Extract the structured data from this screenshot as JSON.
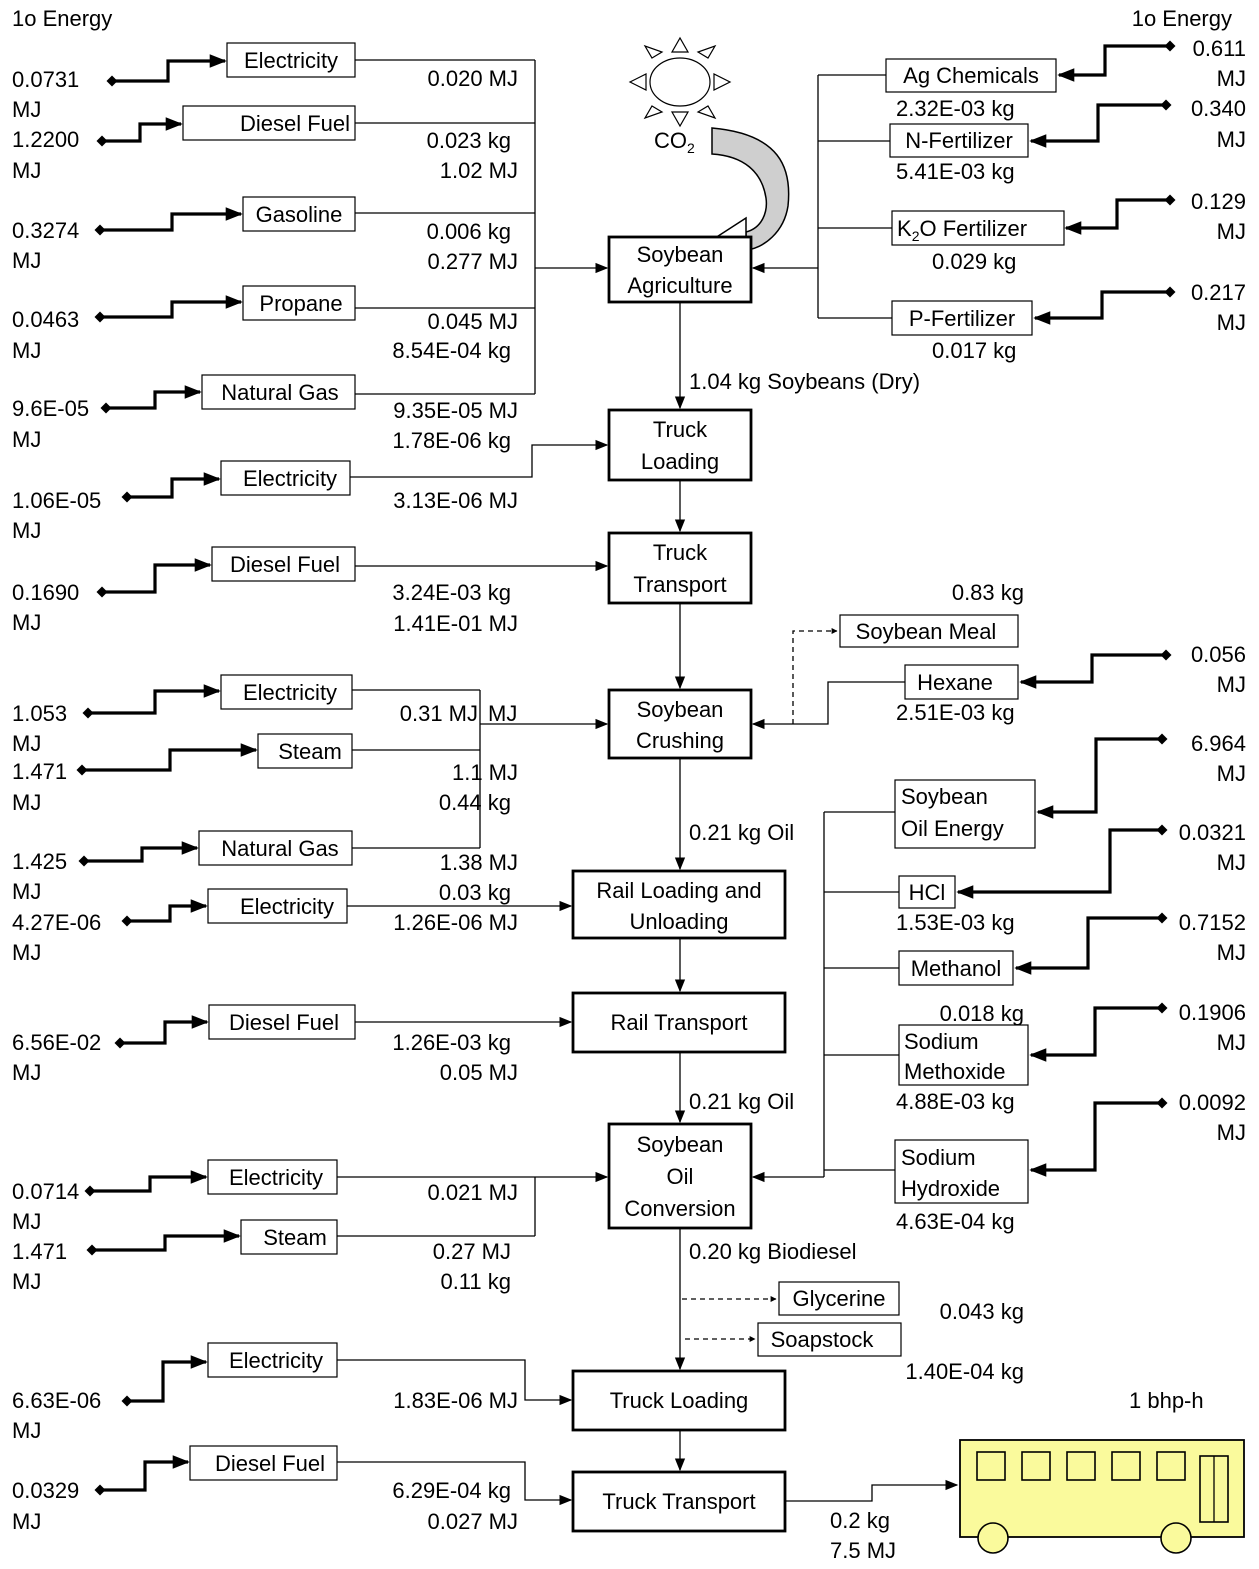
{
  "headers": {
    "left": "1o Energy",
    "right": "1o Energy"
  },
  "sun": {
    "co2": "CO",
    "co2_sub": "2"
  },
  "process": {
    "soybean_agriculture": [
      "Soybean",
      "Agriculture"
    ],
    "truck_loading_1": [
      "Truck",
      "Loading"
    ],
    "truck_transport_1": [
      "Truck",
      "Transport"
    ],
    "soybean_crushing": [
      "Soybean",
      "Crushing"
    ],
    "rail_loading": [
      "Rail Loading and",
      "Unloading"
    ],
    "rail_transport": "Rail Transport",
    "oil_conversion": [
      "Soybean",
      "Oil",
      "Conversion"
    ],
    "truck_loading_2": "Truck Loading",
    "truck_transport_2": "Truck Transport"
  },
  "inputs": {
    "ag_electricity": {
      "label": "Electricity",
      "energy": [
        "0.0731",
        "MJ"
      ],
      "amount": [
        "0.020 MJ"
      ]
    },
    "ag_diesel": {
      "label": "Diesel Fuel",
      "energy": [
        "1.2200",
        "MJ"
      ],
      "amount": [
        "0.023 kg",
        "1.02 MJ"
      ]
    },
    "ag_gasoline": {
      "label": "Gasoline",
      "energy": [
        "0.3274",
        "MJ"
      ],
      "amount": [
        "0.006 kg",
        "0.277 MJ"
      ]
    },
    "ag_propane": {
      "label": "Propane",
      "energy": [
        "0.0463",
        "MJ"
      ],
      "amount": [
        "0.045 MJ",
        "8.54E-04 kg"
      ]
    },
    "ag_natural_gas": {
      "label": "Natural Gas",
      "energy": [
        "9.6E-05",
        "MJ"
      ],
      "amount": [
        "9.35E-05 MJ",
        "1.78E-06 kg"
      ]
    },
    "tl1_electricity": {
      "label": "Electricity",
      "energy": [
        "1.06E-05",
        "MJ"
      ],
      "amount": [
        "3.13E-06 MJ"
      ]
    },
    "tt1_diesel": {
      "label": "Diesel Fuel",
      "energy": [
        "0.1690",
        "MJ"
      ],
      "amount": [
        "3.24E-03 kg",
        "1.41E-01 MJ"
      ]
    },
    "cr_electricity": {
      "label": "Electricity",
      "energy": [
        "1.053",
        "MJ"
      ],
      "amount": [
        "0.31 MJ"
      ]
    },
    "cr_steam": {
      "label": "Steam",
      "energy": [
        "1.471",
        "MJ"
      ],
      "amount": [
        "1.1 MJ",
        "0.44 kg"
      ]
    },
    "cr_natural_gas": {
      "label": "Natural Gas",
      "energy": [
        "1.425",
        "MJ"
      ],
      "amount": [
        "1.38 MJ",
        "0.03 kg"
      ]
    },
    "rl_electricity": {
      "label": "Electricity",
      "energy": [
        "4.27E-06",
        "MJ"
      ],
      "amount": [
        "1.26E-06 MJ"
      ]
    },
    "rt_diesel": {
      "label": "Diesel Fuel",
      "energy": [
        "6.56E-02",
        "MJ"
      ],
      "amount": [
        "1.26E-03 kg",
        "0.05 MJ"
      ]
    },
    "oc_electricity": {
      "label": "Electricity",
      "energy": [
        "0.0714",
        "MJ"
      ],
      "amount": [
        "0.021 MJ"
      ]
    },
    "oc_steam": {
      "label": "Steam",
      "energy": [
        "1.471",
        "MJ"
      ],
      "amount": [
        "0.27 MJ",
        "0.11 kg"
      ]
    },
    "tl2_electricity": {
      "label": "Electricity",
      "energy": [
        "6.63E-06",
        "MJ"
      ],
      "amount": [
        "1.83E-06 MJ"
      ]
    },
    "tt2_diesel": {
      "label": "Diesel Fuel",
      "energy": [
        "0.0329",
        "MJ"
      ],
      "amount": [
        "6.29E-04 kg",
        "0.027 MJ"
      ]
    }
  },
  "right_inputs": {
    "ag_chemicals": {
      "label": "Ag Chemicals",
      "energy": [
        "0.611",
        "MJ"
      ],
      "amount": "2.32E-03 kg"
    },
    "n_fertilizer": {
      "label": "N-Fertilizer",
      "energy": [
        "0.340",
        "MJ"
      ],
      "amount": "5.41E-03 kg"
    },
    "k2o_fertilizer": {
      "label_pre": "K",
      "label_sub": "2",
      "label_post": "O Fertilizer",
      "energy": [
        "0.129",
        "MJ"
      ],
      "amount": "0.029 kg"
    },
    "p_fertilizer": {
      "label": "P-Fertilizer",
      "energy": [
        "0.217",
        "MJ"
      ],
      "amount": "0.017 kg"
    },
    "hexane": {
      "label": "Hexane",
      "energy": [
        "0.056",
        "MJ"
      ],
      "amount": "2.51E-03 kg"
    },
    "soybean_oil_energy": {
      "label": [
        "Soybean",
        "Oil Energy"
      ],
      "energy": [
        "6.964",
        "MJ"
      ]
    },
    "hcl": {
      "label": "HCl",
      "energy": [
        "0.0321",
        "MJ"
      ],
      "amount": "1.53E-03 kg"
    },
    "methanol": {
      "label": "Methanol",
      "energy": [
        "0.7152",
        "MJ"
      ],
      "amount": "0.018 kg"
    },
    "sodium_methoxide": {
      "label": [
        "Sodium",
        "Methoxide"
      ],
      "energy": [
        "0.1906",
        "MJ"
      ],
      "amount": "4.88E-03 kg"
    },
    "sodium_hydroxide": {
      "label": [
        "Sodium",
        "Hydroxide"
      ],
      "energy": [
        "0.0092",
        "MJ"
      ],
      "amount": "4.63E-04 kg"
    }
  },
  "coproducts": {
    "soybean_meal": {
      "label": "Soybean Meal",
      "amount": "0.83 kg"
    },
    "glycerine": {
      "label": "Glycerine",
      "amount": "0.043 kg"
    },
    "soapstock": {
      "label": "Soapstock",
      "amount": "1.40E-04 kg"
    }
  },
  "flows": {
    "soybeans": "1.04 kg Soybeans (Dry)",
    "oil_1": "0.21 kg Oil",
    "oil_2": "0.21 kg Oil",
    "biodiesel": "0.20 kg Biodiesel"
  },
  "output": {
    "unit": "1 bhp-h",
    "amount": [
      "0.2 kg",
      "7.5 MJ"
    ]
  }
}
